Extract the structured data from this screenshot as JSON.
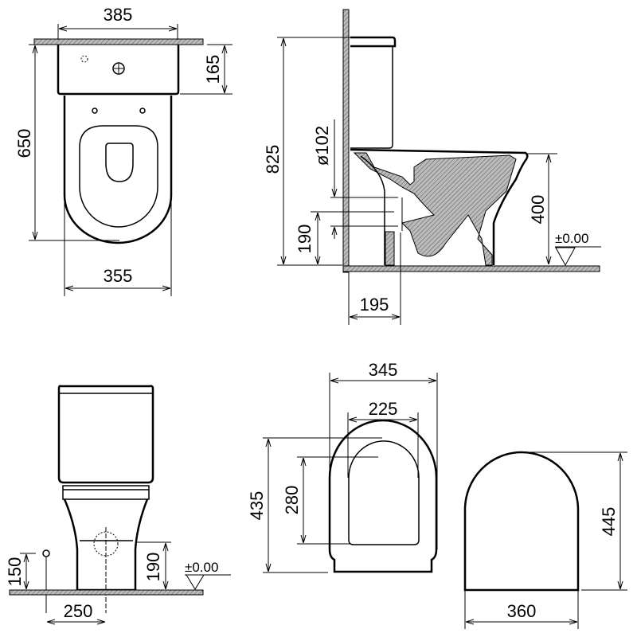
{
  "drawing": {
    "title": "Close-coupled WC dimension drawing",
    "units": "mm",
    "line_color": "#000000",
    "background": "#ffffff"
  },
  "top_view": {
    "width_cistern": "385",
    "cistern_depth": "165",
    "total_depth": "650",
    "bowl_width": "355"
  },
  "side_view": {
    "total_height": "825",
    "pipe_diameter": "ø102",
    "outlet_height": "190",
    "rim_height": "400",
    "floor_level": "±0.00",
    "wall_to_outlet": "195"
  },
  "front_view": {
    "water_inlet_height": "150",
    "outlet_height": "190",
    "floor_level": "±0.00",
    "inlet_offset": "250"
  },
  "seat_view": {
    "outer_width": "345",
    "inner_width": "225",
    "outer_length": "435",
    "inner_length": "280"
  },
  "lid_view": {
    "length": "445",
    "width": "360"
  }
}
